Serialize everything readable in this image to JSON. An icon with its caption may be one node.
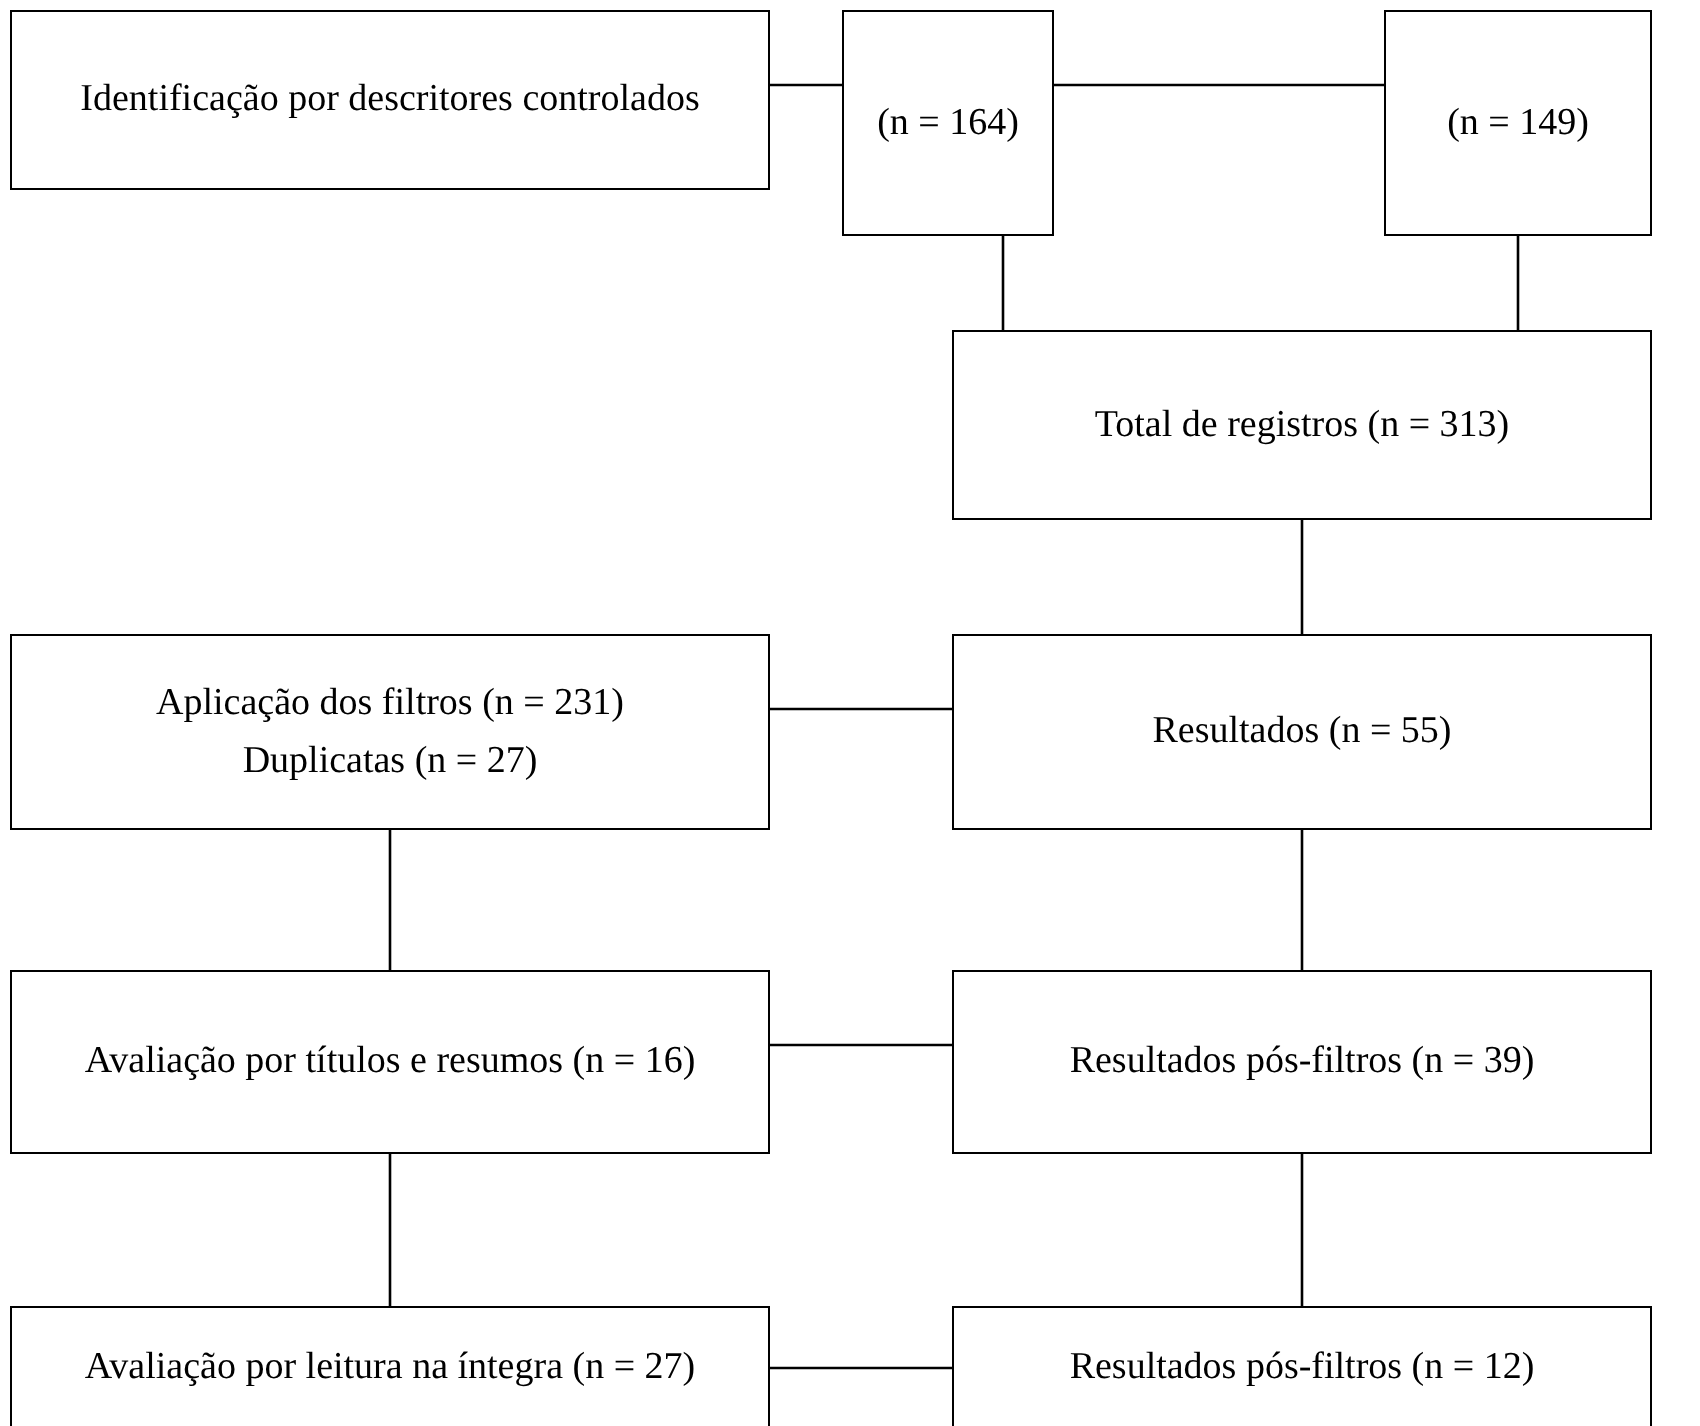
{
  "diagram": {
    "nodes": [
      {
        "text": [
          "Identificação por descritores controlados"
        ]
      },
      {
        "text": [
          "(n = 164)"
        ]
      },
      {
        "text": [
          "(n = 149)"
        ]
      },
      {
        "text": [
          "Total de registros (n = 313)"
        ]
      },
      {
        "text": [
          "Aplicação dos filtros (n = 231)",
          "Duplicatas (n = 27)"
        ]
      },
      {
        "text": [
          "Resultados (n = 55)"
        ]
      },
      {
        "text": [
          "Avaliação por títulos e resumos (n = 16)"
        ]
      },
      {
        "text": [
          "Resultados pós-filtros (n = 39)"
        ]
      },
      {
        "text": [
          "Avaliação por leitura na íntegra (n = 27)"
        ]
      },
      {
        "text": [
          "Resultados pós-filtros (n = 12)"
        ]
      }
    ],
    "edges": [
      {
        "from": 0,
        "to": 1,
        "arrow": "none"
      },
      {
        "from": 1,
        "to": 2,
        "arrow": "none"
      },
      {
        "from": 1,
        "to": 3,
        "arrow": "none"
      },
      {
        "from": 2,
        "to": 3,
        "arrow": "none"
      },
      {
        "from": 3,
        "to": 5,
        "arrow": "none"
      },
      {
        "from": 4,
        "to": 5,
        "arrow": "none"
      },
      {
        "from": 4,
        "to": 6,
        "arrow": "none"
      },
      {
        "from": 5,
        "to": 7,
        "arrow": "none"
      },
      {
        "from": 6,
        "to": 7,
        "arrow": "none"
      },
      {
        "from": 6,
        "to": 8,
        "arrow": "none"
      },
      {
        "from": 7,
        "to": 9,
        "arrow": "none"
      },
      {
        "from": 8,
        "to": 9,
        "arrow": "none"
      }
    ]
  }
}
